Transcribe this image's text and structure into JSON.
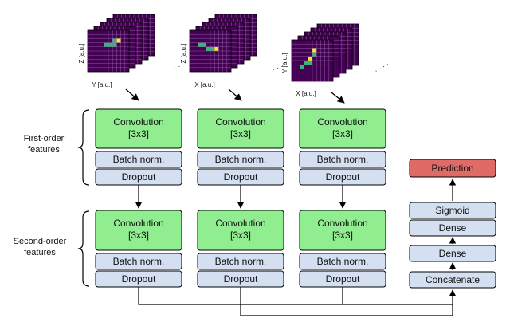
{
  "panels": [
    {
      "xlabel": "Y [a.u.]",
      "ylabel": "Z [a.u.]",
      "ellipsis": "· · ·"
    },
    {
      "xlabel": "X [a.u.]",
      "ylabel": "Z [a.u.]",
      "ellipsis": "· · ·"
    },
    {
      "xlabel": "X [a.u.]",
      "ylabel": "Y [a.u.]",
      "ellipsis": "· · · ·"
    }
  ],
  "groups": {
    "first_order": [
      "First-order",
      "features"
    ],
    "second_order": [
      "Second-order",
      "features"
    ]
  },
  "block": {
    "conv_line1": "Convolution",
    "conv_line2": "[3x3]",
    "batch_norm": "Batch norm.",
    "dropout": "Dropout"
  },
  "head": {
    "prediction": "Prediction",
    "sigmoid": "Sigmoid",
    "dense_1": "Dense",
    "dense_2": "Dense",
    "concatenate": "Concatenate"
  },
  "colors": {
    "heatmap_bg": "#440154",
    "heatmap_mid": "#35b779",
    "heatmap_high": "#fde725",
    "conv_fill": "#90ee90",
    "layer_fill": "#d4e0f1",
    "prediction_fill": "#e06b66",
    "grid_line": "#9a6fb0"
  }
}
